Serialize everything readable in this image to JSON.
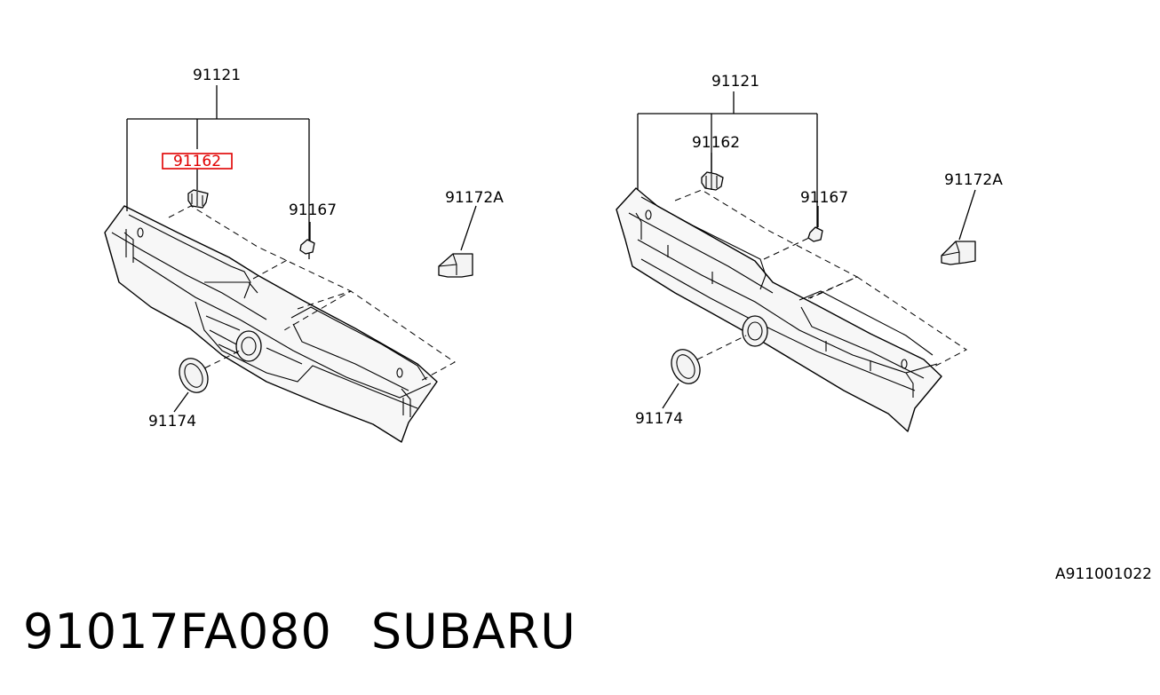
{
  "colors": {
    "highlight": "#e00000",
    "line": "#000000",
    "background": "#ffffff"
  },
  "left": {
    "grille": "91121",
    "clip_highlighted": "91162",
    "clip_small": "91167",
    "bracket": "91172A",
    "emblem": "91174"
  },
  "right": {
    "grille": "91121",
    "clip": "91162",
    "clip_small": "91167",
    "bracket": "91172A",
    "emblem": "91174"
  },
  "drawing_code": "A911001022",
  "footer": {
    "part_number": "91017FA080",
    "brand": "SUBARU"
  }
}
